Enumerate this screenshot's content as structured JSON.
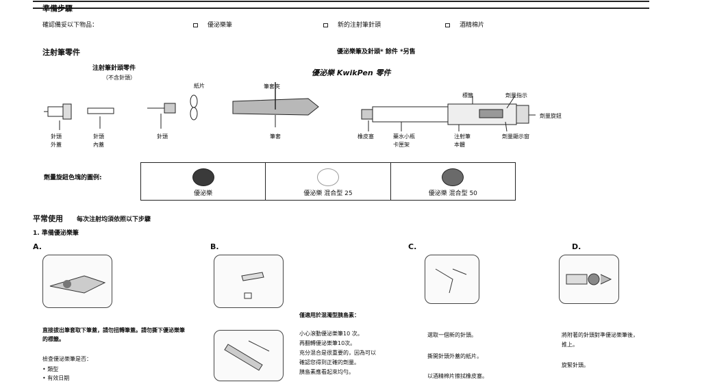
{
  "prep": {
    "heading": "準備步驟",
    "confirm_label": "確認備妥以下物品：",
    "items": [
      "優泌樂筆",
      "新的注射筆針頭",
      "酒精棉片"
    ]
  },
  "parts": {
    "heading": "注射筆零件",
    "subheading": "優泌樂筆及針頭* 餘件 *另售",
    "needle_title": "注射筆針頭零件",
    "needle_sub": "（不含針頭）",
    "pen_title": "優泌樂 KwikPen 零件",
    "labels": {
      "paper_tab": "紙片",
      "pen_cap_clip": "筆套夾",
      "outer_cap": "針頭\n外蓋",
      "inner_cap": "針頭\n內蓋",
      "needle": "針頭",
      "pen_cap": "筆套",
      "rubber_seal": "橡皮塞",
      "cartridge_holder": "藥水小瓶\n卡匣架",
      "pen_body": "注射筆\n本體",
      "label": "標籤",
      "dose_indicator": "劑量指示",
      "dose_window": "劑量顯示窗",
      "dose_knob": "劑量旋鈕"
    },
    "legend_title": "劑量旋鈕色塊的圖例:",
    "legend": [
      {
        "name": "優泌樂",
        "color": "#3a3a3a"
      },
      {
        "name": "優泌樂 混合型 25",
        "color": "#ffffff"
      },
      {
        "name": "優泌樂 混合型 50",
        "color": "#6a6a6a"
      }
    ]
  },
  "usage": {
    "heading": "平常使用",
    "heading_note": "每次注射均須依照以下步驟",
    "step1": "1. 準備優泌樂筆",
    "steps": {
      "a_letter": "A.",
      "b_letter": "B.",
      "c_letter": "C.",
      "d_letter": "D.",
      "a_text": "直接拔出筆套取下筆蓋，請勿扭轉筆蓋。請勿撕下優泌樂筆的標籤。",
      "a_check_title": "檢查優泌樂筆是否：",
      "a_check_items": [
        "類型",
        "有效日期"
      ],
      "b_title": "僅適用於混濁型胰島素：",
      "b_lines": [
        "小心滾動優泌樂筆10 次。",
        "再翻轉優泌樂筆10次。",
        "充分混合是很重要的，因為可以",
        "確認您得到正確的劑量。",
        "胰島素應看起來均勻。"
      ],
      "c_lines": [
        "選取一個新的針頭。",
        "撕開針頭外蓋的紙片。",
        "以酒精棉片擦拭橡皮塞。"
      ],
      "d_lines": [
        "將附著的針頭對準優泌樂筆後，",
        "推上。",
        "旋緊針頭。"
      ]
    }
  }
}
